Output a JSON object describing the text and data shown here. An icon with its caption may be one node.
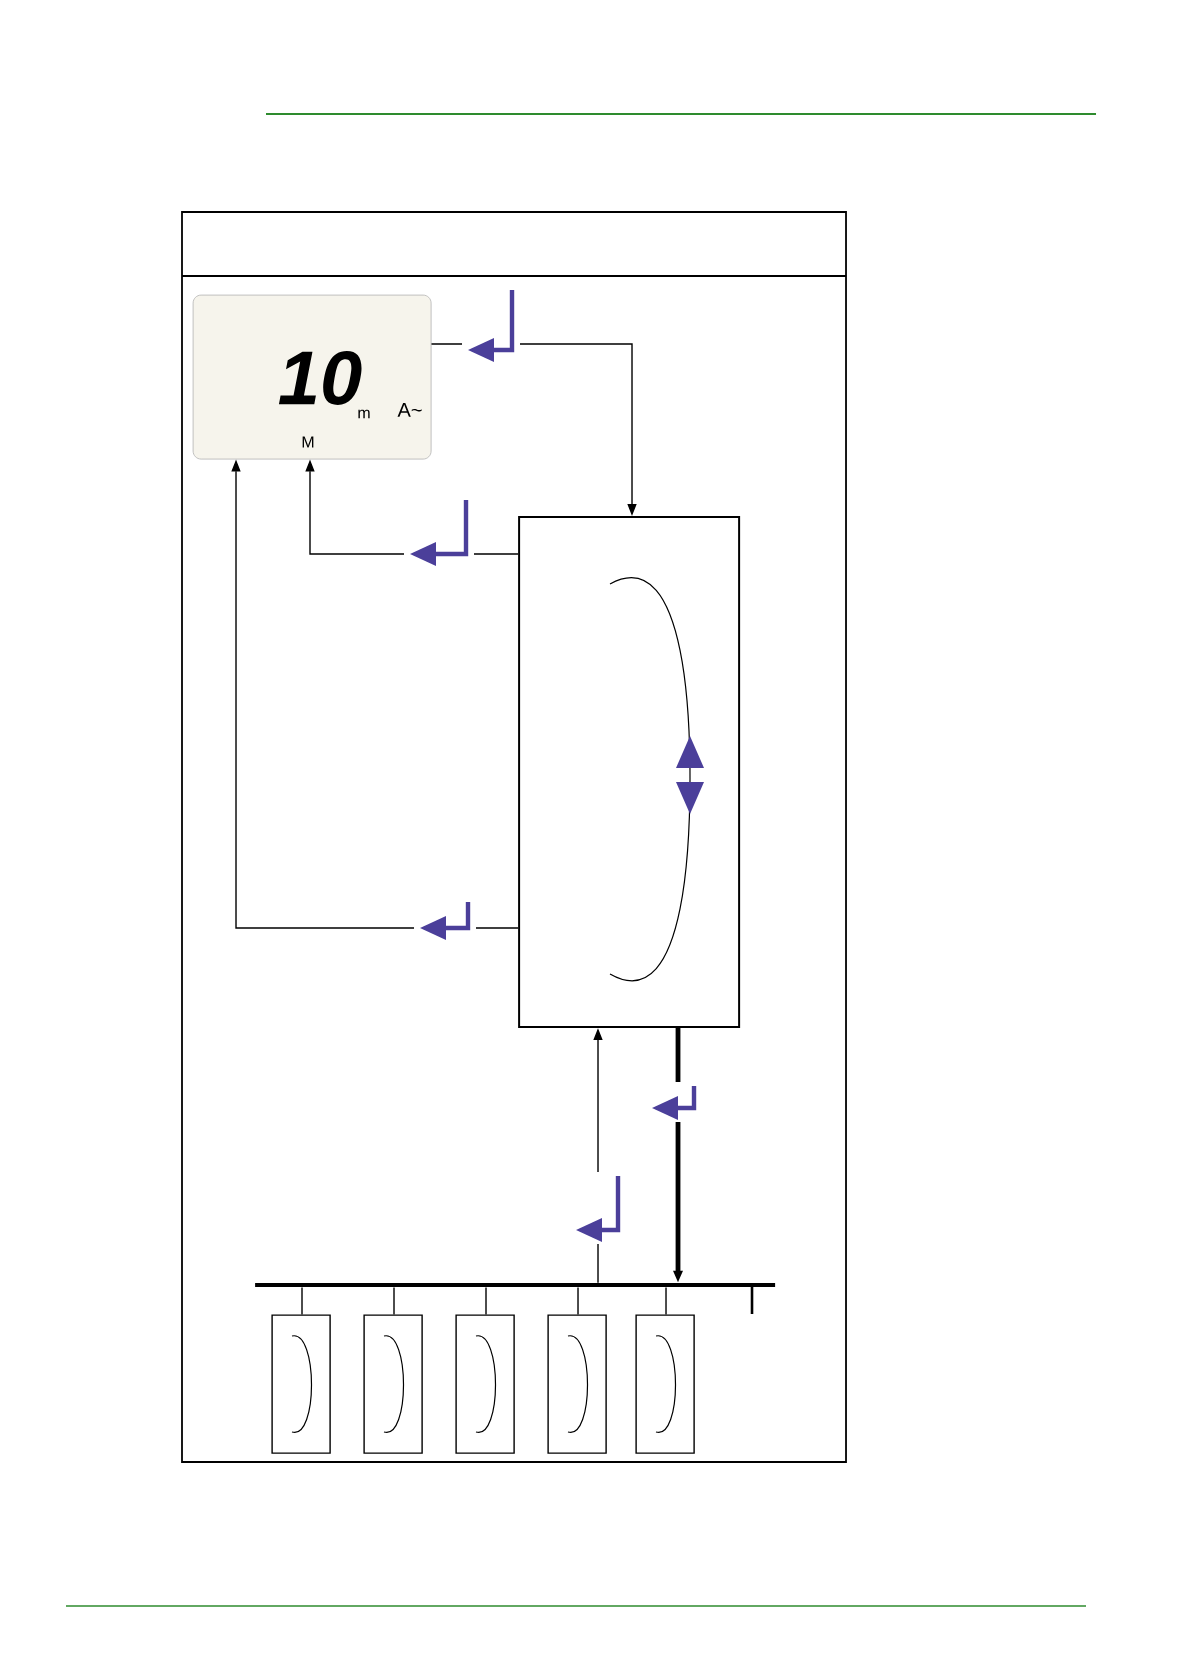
{
  "diagram": {
    "nodes": [
      {
        "text": [],
        "shape": "box"
      },
      {
        "text": [
          "10",
          "m",
          "A~",
          "M"
        ],
        "in": 0
      },
      {
        "text": [],
        "shape": "box",
        "in": 0
      },
      {
        "text": [],
        "shape": "bar",
        "in": 0
      },
      {
        "text": [],
        "shape": "box",
        "in": 0
      },
      {
        "text": [],
        "shape": "box",
        "in": 0
      },
      {
        "text": [],
        "shape": "box",
        "in": 0
      },
      {
        "text": [],
        "shape": "box",
        "in": 0
      },
      {
        "text": [],
        "shape": "box",
        "in": 0
      }
    ],
    "edges": [
      {
        "from": 1,
        "to": 2,
        "arrow": "to"
      },
      {
        "from": 2,
        "to": 1,
        "arrow": "to"
      },
      {
        "from": 2,
        "to": 1,
        "arrow": "to"
      },
      {
        "from": 3,
        "to": 2,
        "arrow": "to"
      },
      {
        "from": 2,
        "to": 3,
        "arrow": "to",
        "style": "thick"
      },
      {
        "from": 3,
        "to": 4,
        "arrow": "none"
      },
      {
        "from": 3,
        "to": 5,
        "arrow": "none"
      },
      {
        "from": 3,
        "to": 6,
        "arrow": "none"
      },
      {
        "from": 3,
        "to": 7,
        "arrow": "none"
      },
      {
        "from": 3,
        "to": 8,
        "arrow": "none"
      }
    ]
  }
}
